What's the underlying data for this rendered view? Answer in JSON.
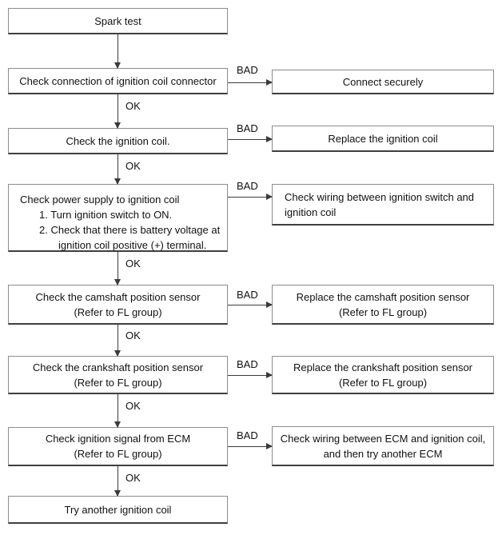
{
  "labels": {
    "ok": "OK",
    "bad": "BAD"
  },
  "nodes": {
    "spark_test": "Spark test",
    "check_connection": "Check connection of ignition coil connector",
    "connect_securely": "Connect securely",
    "check_ignition_coil": "Check the ignition coil.",
    "replace_ignition_coil": "Replace the ignition coil",
    "check_power_supply": {
      "line1": "Check power supply to ignition coil",
      "step1": "1. Turn ignition switch to ON.",
      "step2": "2. Check that there is battery voltage at",
      "step2_cont": "ignition coil positive (+) terminal."
    },
    "check_wiring_switch": {
      "line1": "Check wiring between ignition switch and",
      "line2": "ignition coil"
    },
    "check_camshaft": {
      "line1": "Check the camshaft position sensor",
      "line2": "(Refer to FL group)"
    },
    "replace_camshaft": {
      "line1": "Replace the camshaft position sensor",
      "line2": "(Refer to FL group)"
    },
    "check_crankshaft": {
      "line1": "Check the crankshaft position sensor",
      "line2": "(Refer to FL group)"
    },
    "replace_crankshaft": {
      "line1": "Replace the crankshaft position sensor",
      "line2": "(Refer to FL group)"
    },
    "check_ecm_signal": {
      "line1": "Check ignition signal from ECM",
      "line2": "(Refer to FL group)"
    },
    "check_wiring_ecm": {
      "line1": "Check wiring between ECM and ignition coil,",
      "line2": "and then try another ECM"
    },
    "try_another_coil": "Try another ignition coil"
  },
  "colors": {
    "box_border": "#8c8c8c",
    "box_border_bottom": "#3f3f3f",
    "arrow": "#3a3a3a",
    "text": "#111111",
    "background": "#ffffff"
  }
}
